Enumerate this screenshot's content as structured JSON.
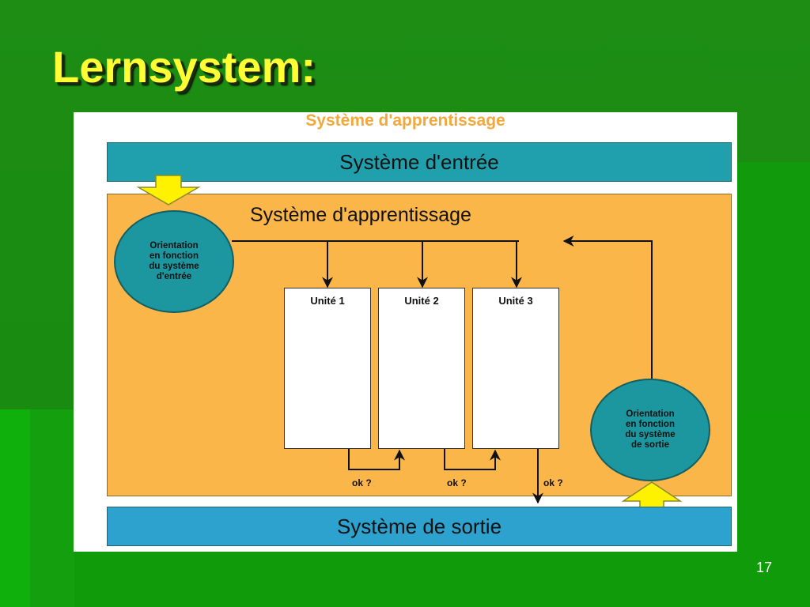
{
  "slide": {
    "title": "Lernsystem:",
    "page_number": "17"
  },
  "diagram": {
    "heading": "Système d'apprentissage",
    "input_band": "Système d'entrée",
    "learning_area": "Système d'apprentissage",
    "output_band": "Système de sortie",
    "input_circle": [
      "Orientation",
      "en fonction",
      "du système",
      "d'entrée"
    ],
    "output_circle": [
      "Orientation",
      "en fonction",
      "du système",
      "de sortie"
    ],
    "units": [
      "Unité 1",
      "Unité 2",
      "Unité 3"
    ],
    "ok_labels": [
      "ok ?",
      "ok ?",
      "ok ?"
    ]
  },
  "colors": {
    "slide_background": "#1a8c12",
    "title": "#ffff33",
    "input_band": "#1fa0ac",
    "output_band": "#2ea2cf",
    "learning_area": "#fbb64a",
    "circle": "#1c979f",
    "arrow_fill": "#fff200"
  }
}
